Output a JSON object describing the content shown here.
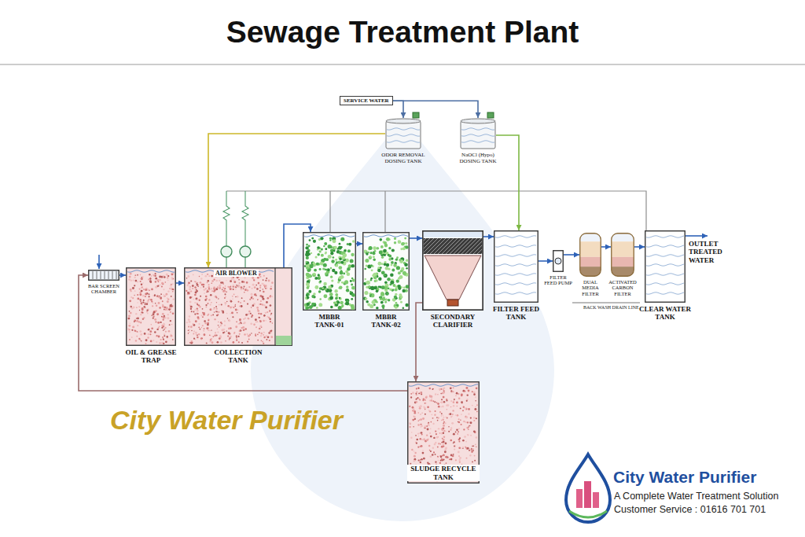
{
  "diagram": {
    "title": "Sewage Treatment Plant",
    "nodes": [
      {
        "text": [
          "SERVICE WATER"
        ]
      },
      {
        "text": [
          "ODOR REMOVAL DOSING TANK"
        ]
      },
      {
        "text": [
          "NaOCl (Hypo) DOSING TANK"
        ]
      },
      {
        "text": [
          "BAR SCREEN CHAMBER"
        ]
      },
      {
        "text": [
          "OIL & GREASE TRAP"
        ]
      },
      {
        "text": [
          "COLLECTION TANK"
        ]
      },
      {
        "text": [
          "MBBR TANK-01"
        ]
      },
      {
        "text": [
          "MBBR TANK-02"
        ]
      },
      {
        "text": [
          "SECONDARY CLARIFIER"
        ]
      },
      {
        "text": [
          "FILTER FEED TANK"
        ]
      },
      {
        "text": [
          "FILTER FEED PUMP"
        ]
      },
      {
        "text": [
          "DUAL MEDIA FILTER"
        ]
      },
      {
        "text": [
          "ACTIVATED CARBON FILTER"
        ]
      },
      {
        "text": [
          "CLEAR WATER TANK"
        ]
      },
      {
        "text": [
          "SLUDGE RECYCLE TANK"
        ]
      }
    ],
    "edges": [
      {
        "from": 0,
        "to": 1,
        "arrow": "to"
      },
      {
        "from": 0,
        "to": 2,
        "arrow": "to"
      },
      {
        "from": 1,
        "to": 5,
        "arrow": "to"
      },
      {
        "from": 2,
        "to": 9,
        "arrow": "to"
      },
      {
        "from": 3,
        "to": 4,
        "arrow": "to"
      },
      {
        "from": 4,
        "to": 5,
        "arrow": "to"
      },
      {
        "from": 5,
        "to": 6,
        "arrow": "to"
      },
      {
        "from": 6,
        "to": 7,
        "arrow": "to"
      },
      {
        "from": 7,
        "to": 8,
        "arrow": "to"
      },
      {
        "from": 8,
        "to": 9,
        "arrow": "to"
      },
      {
        "from": 9,
        "to": 10,
        "arrow": "to"
      },
      {
        "from": 10,
        "to": 11,
        "arrow": "to"
      },
      {
        "from": 11,
        "to": 12,
        "arrow": "to"
      },
      {
        "from": 12,
        "to": 13,
        "arrow": "to"
      },
      {
        "from": 8,
        "to": 14,
        "arrow": "to"
      },
      {
        "from": 14,
        "to": 3,
        "arrow": "to"
      }
    ],
    "labels": [
      "AIR BLOWER",
      "OUTLET TREATED WATER",
      "BACK WASH DRAIN LINE",
      "City Water Purifier",
      "City Water Purifier",
      "A Complete Water Treatment Solution",
      "Customer Service : 01616 701 701"
    ]
  }
}
